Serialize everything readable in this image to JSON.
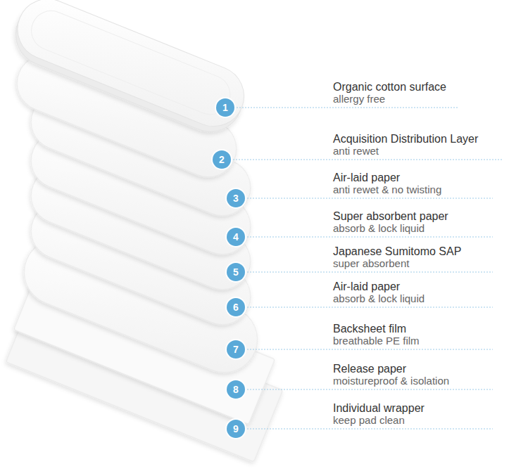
{
  "diagram": {
    "nodes": [
      {
        "text": [
          "1"
        ]
      },
      {
        "text": [
          "2"
        ]
      },
      {
        "text": [
          "3"
        ]
      },
      {
        "text": [
          "4"
        ]
      },
      {
        "text": [
          "5"
        ]
      },
      {
        "text": [
          "6"
        ]
      },
      {
        "text": [
          "7"
        ]
      },
      {
        "text": [
          "8"
        ]
      },
      {
        "text": [
          "9"
        ]
      }
    ],
    "labels": [
      "Organic cotton surface",
      "allergy free",
      "Acquisition Distribution Layer",
      "anti rewet",
      "Air-laid paper",
      "anti rewet & no twisting",
      "Super absorbent paper",
      "absorb & lock liquid",
      "Japanese Sumitomo SAP",
      "super absorbent",
      "Air-laid paper",
      "absorb & lock liquid",
      "Backsheet film",
      "breathable PE film",
      "Release paper",
      "moistureproof & isolation",
      "Individual wrapper",
      "keep pad clean"
    ]
  }
}
